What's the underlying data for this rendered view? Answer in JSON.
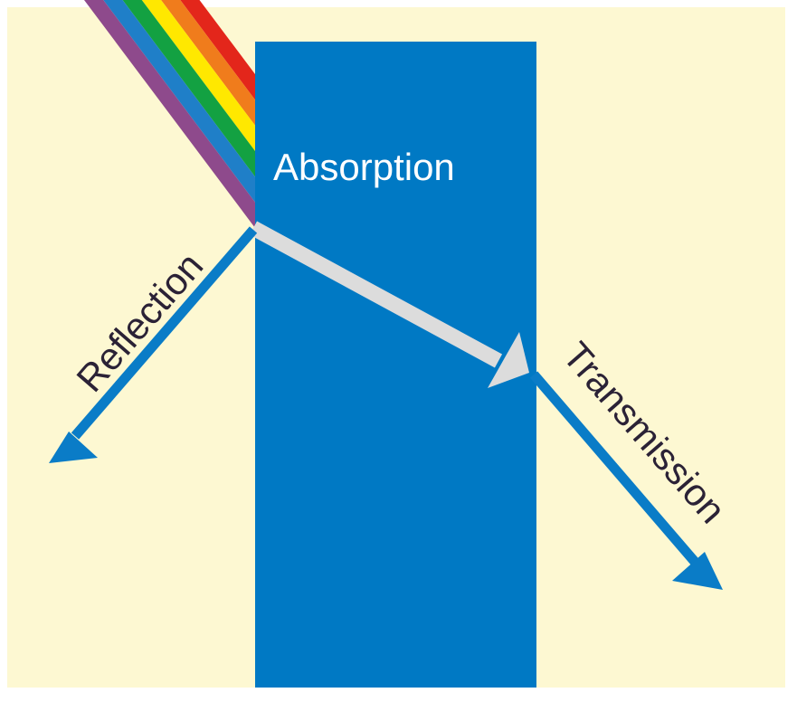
{
  "diagram": {
    "labels": {
      "absorption": "Absorption",
      "reflection": "Reflection",
      "transmission": "Transmission"
    },
    "colors": {
      "background": "#fdf8d2",
      "medium": "#0079c4",
      "incoming_beam": "#dcdcdc",
      "arrow": "#0a7cc7",
      "label_on_medium": "#ffffff",
      "label_on_background": "#2b2236"
    },
    "spectrum": {
      "bands": [
        {
          "name": "red",
          "color": "#e3261b"
        },
        {
          "name": "orange",
          "color": "#f07c1c"
        },
        {
          "name": "yellow",
          "color": "#ffe800"
        },
        {
          "name": "green",
          "color": "#13a142"
        },
        {
          "name": "blue",
          "color": "#1f7fc8"
        },
        {
          "name": "violet",
          "color": "#8e4a8c"
        }
      ]
    }
  }
}
